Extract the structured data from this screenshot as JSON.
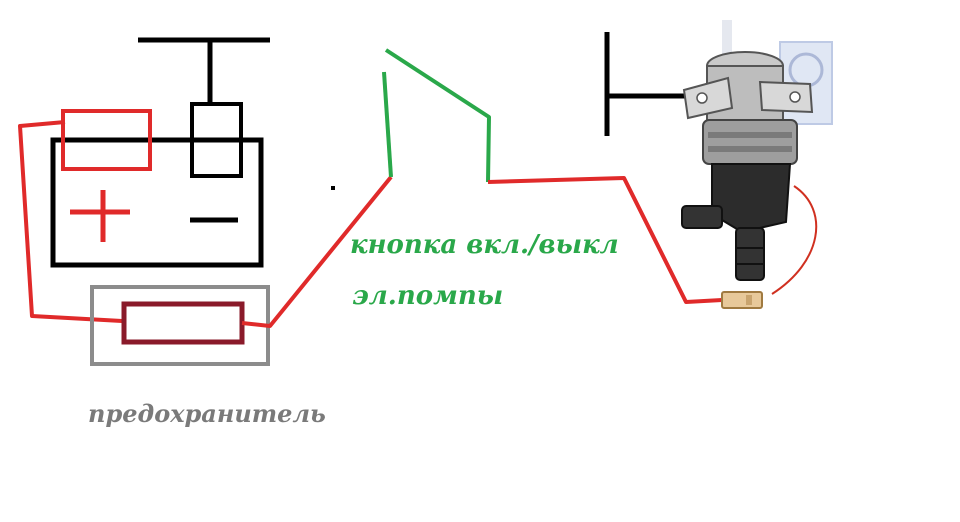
{
  "labels": {
    "switch_line1": "кнопка вкл./выкл",
    "switch_line2": "эл.помпы",
    "fuse": "предохранитель"
  },
  "battery": {
    "positive": "+",
    "negative": "−"
  },
  "colors": {
    "ground_wire": "#000000",
    "power_wire": "#e02a2a",
    "switch_wire": "#2aa84a",
    "fuse_body": "#8a1a2a",
    "fuse_frame": "#8c8c8c",
    "label_green": "#2aa84a",
    "label_gray": "#7a7a7a"
  },
  "icons": {
    "pump": "electric-pump-icon",
    "watermark": "watermark-logo"
  }
}
